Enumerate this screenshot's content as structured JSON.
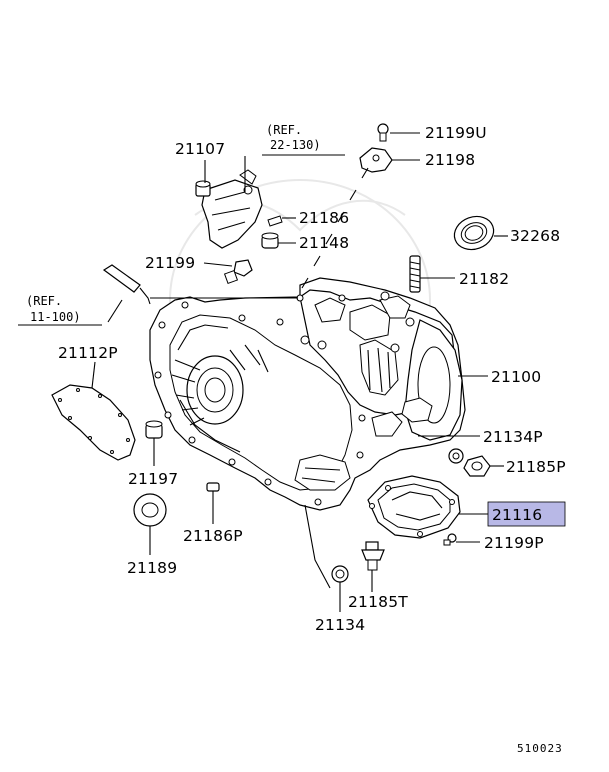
{
  "diagram": {
    "code": "510023",
    "highlight_color": "#b8b8e6",
    "refs": [
      {
        "id": "ref-22-130",
        "line1": "(REF.",
        "line2": "22-130)"
      },
      {
        "id": "ref-11-100",
        "line1": "(REF.",
        "line2": "11-100)"
      }
    ],
    "parts": [
      {
        "id": "21107",
        "label": "21107"
      },
      {
        "id": "21199U",
        "label": "21199U"
      },
      {
        "id": "21198",
        "label": "21198"
      },
      {
        "id": "21186",
        "label": "21186"
      },
      {
        "id": "21148",
        "label": "21148"
      },
      {
        "id": "32268",
        "label": "32268"
      },
      {
        "id": "21199",
        "label": "21199"
      },
      {
        "id": "21182",
        "label": "21182"
      },
      {
        "id": "21112P",
        "label": "21112P"
      },
      {
        "id": "21100",
        "label": "21100"
      },
      {
        "id": "21134P",
        "label": "21134P"
      },
      {
        "id": "21197",
        "label": "21197"
      },
      {
        "id": "21185P",
        "label": "21185P"
      },
      {
        "id": "21116",
        "label": "21116",
        "highlighted": true
      },
      {
        "id": "21186P",
        "label": "21186P"
      },
      {
        "id": "21199P",
        "label": "21199P"
      },
      {
        "id": "21189",
        "label": "21189"
      },
      {
        "id": "21185T",
        "label": "21185T"
      },
      {
        "id": "21134",
        "label": "21134"
      }
    ]
  }
}
